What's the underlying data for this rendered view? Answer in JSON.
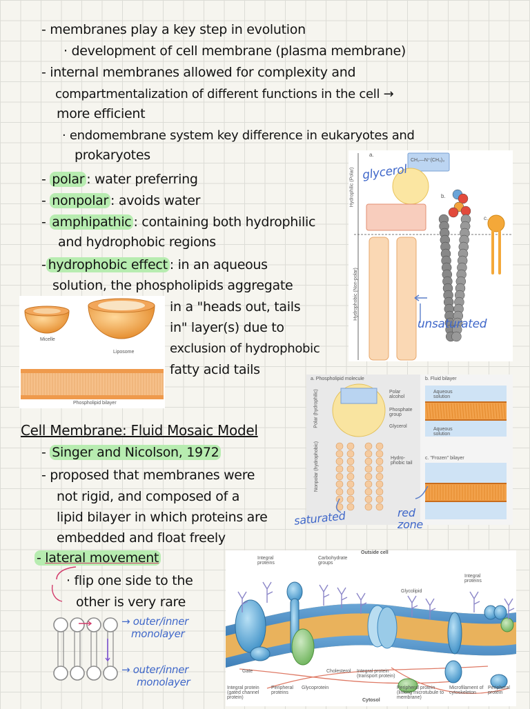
{
  "notes": {
    "line1": "- membranes play a key step in evolution",
    "line2": "· development of cell membrane (plasma membrane)",
    "line3": "- internal membranes allowed for complexity and",
    "line4": "compartmentalization of different functions in the cell →",
    "line5": "more efficient",
    "line6": "· endomembrane system key difference in eukaryotes and",
    "line7": "prokaryotes",
    "polar_term": "polar",
    "polar_def": ": water preferring",
    "nonpolar_term": "nonpolar",
    "nonpolar_def": ": avoids water",
    "amph_term": "amphipathic",
    "amph_def": ": containing both hydrophilic",
    "amph_def2": "and hydrophobic regions",
    "hydro_term": "hydrophobic effect",
    "hydro_def": ": in an aqueous",
    "hydro_def2": "solution, the phospholipids aggregate",
    "hydro_def3": "in a \"heads out, tails",
    "hydro_def4": "in\" layer(s) due to",
    "hydro_def5": "exclusion of hydrophobic",
    "hydro_def6": "fatty acid tails"
  },
  "section2": {
    "heading": "Cell Membrane: Fluid Mosaic Model",
    "authors": "Singer and Nicolson, 1972",
    "p1": "- proposed that membranes were",
    "p2": "not rigid, and composed of a",
    "p3": "lipid bilayer in which proteins are",
    "p4": "embedded and float freely",
    "lateral": "lateral movement",
    "flip1": "· flip one side to the",
    "flip2": "other is very rare",
    "mono1a": "→ outer/inner",
    "mono1b": "monolayer",
    "mono2a": "→ outer/inner",
    "mono2b": "monolayer"
  },
  "fig_micelle": {
    "micelle": "Micelle",
    "liposome": "Liposome",
    "bilayer": "Phospholipid bilayer"
  },
  "fig_phospholipid": {
    "a": "a.",
    "b": "b.",
    "c": "c.",
    "polar_axis": "Hydrophilic (Polar)",
    "nonpolar_axis": "Hydrophobic (Non-polar)",
    "choline": "CH₂—N⁺(CH₃)₃",
    "glycerol_note": "glycerol",
    "unsat_note": "unsaturated"
  },
  "fig_fluid": {
    "a": "a. Phospholipid molecule",
    "b": "b. Fluid bilayer",
    "c": "c. \"Frozen\" bilayer",
    "polar_alcohol": "Polar alcohol",
    "phosphate": "Phosphate group",
    "glycerol": "Glycerol",
    "hydrophobic_tail": "Hydro-phobic tail",
    "aqueous1": "Aqueous solution",
    "aqueous2": "Aqueous solution",
    "polar_axis": "Polar (hydrophilic)",
    "nonpolar_axis": "Nonpolar (hydrophobic)",
    "saturated_note": "saturated",
    "red_zone_note": "red zone"
  },
  "fig_membrane": {
    "outside": "Outside cell",
    "integral": "Integral proteins",
    "carbo": "Carbohydrate groups",
    "glycolipid": "Glycolipid",
    "integral2": "Integral proteins",
    "gate": "Gate",
    "cholesterol": "Cholesterol",
    "integral_transport": "Integral protein (transport protein)",
    "integral_channel": "Integral protein (gated channel protein)",
    "peripheral1": "Peripheral proteins",
    "glycoprotein": "Glycoprotein",
    "peripheral2": "Peripheral protein (linking microtubule to membrane)",
    "microfilament": "Microfilament of cytoskeleton",
    "peripheral3": "Peripheral protein",
    "cytosol": "Cytosol"
  }
}
